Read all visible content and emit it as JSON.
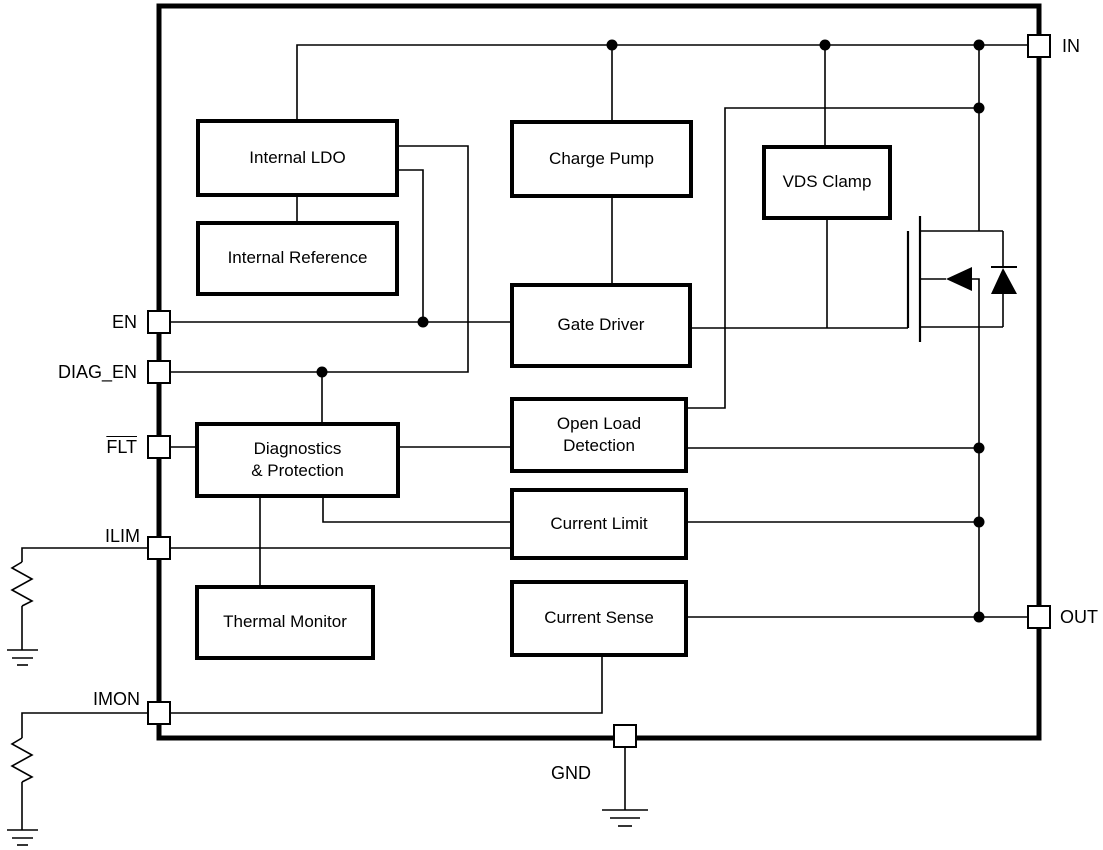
{
  "diagram": {
    "title": "high-side switch functional block diagram",
    "colors": {
      "line": "#000000",
      "background": "#ffffff"
    },
    "blocks": {
      "internal_ldo": {
        "label": "Internal LDO"
      },
      "internal_reference": {
        "label": "Internal Reference"
      },
      "charge_pump": {
        "label": "Charge Pump"
      },
      "vds_clamp": {
        "label": "VDS Clamp"
      },
      "gate_driver": {
        "label": "Gate Driver"
      },
      "open_load_detection": {
        "line1": "Open Load",
        "line2": "Detection"
      },
      "diagnostics_protection": {
        "line1": "Diagnostics",
        "line2": "& Protection"
      },
      "current_limit": {
        "label": "Current Limit"
      },
      "thermal_monitor": {
        "label": "Thermal Monitor"
      },
      "current_sense": {
        "label": "Current Sense"
      }
    },
    "pins": {
      "in": {
        "label": "IN"
      },
      "out": {
        "label": "OUT"
      },
      "gnd": {
        "label": "GND"
      },
      "en": {
        "label": "EN"
      },
      "diag_en": {
        "label": "DIAG_EN"
      },
      "flt": {
        "label": "FLT",
        "overline": true
      },
      "ilim": {
        "label": "ILIM"
      },
      "imon": {
        "label": "IMON"
      }
    }
  }
}
